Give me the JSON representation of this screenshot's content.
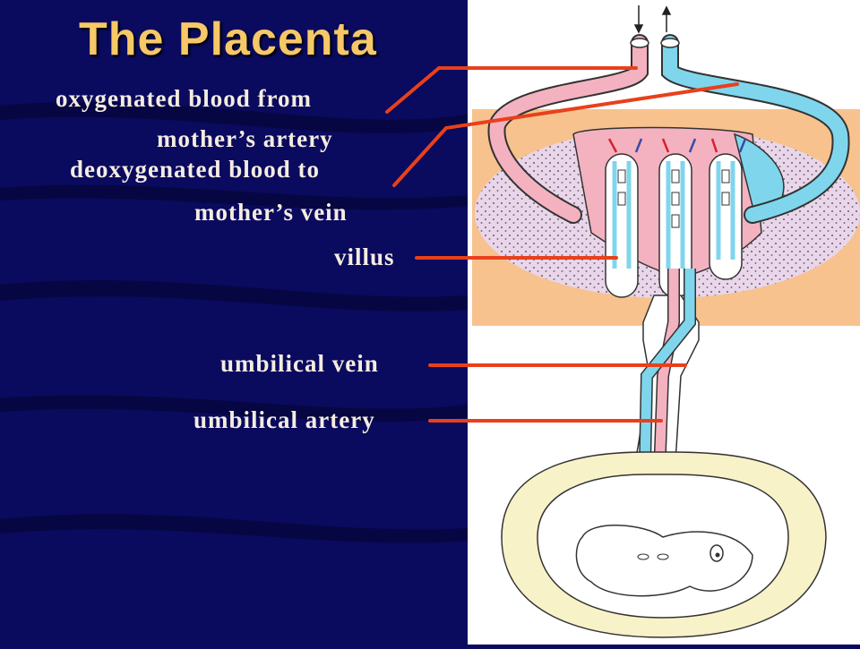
{
  "slide": {
    "title": "The Placenta",
    "labels": {
      "oxygenated_line1": "oxygenated blood from",
      "oxygenated_line2": "mother’s artery",
      "deoxygenated_line1": "deoxygenated blood to",
      "deoxygenated_line2": "mother’s vein",
      "villus": "villus",
      "umbilical_vein": "umbilical vein",
      "umbilical_artery": "umbilical artery"
    }
  },
  "colors": {
    "background": "#0a0a5e",
    "title": "#f6c867",
    "label_text": "#f4ece0",
    "leader_line": "#e8401c",
    "artery_red": "#f4b2c0",
    "vein_blue": "#7fd6ec",
    "uterus_tissue": "#f7c28e",
    "maternal_blood_pool": "#ead6ea",
    "amnion_fill": "#f7f2c8"
  }
}
